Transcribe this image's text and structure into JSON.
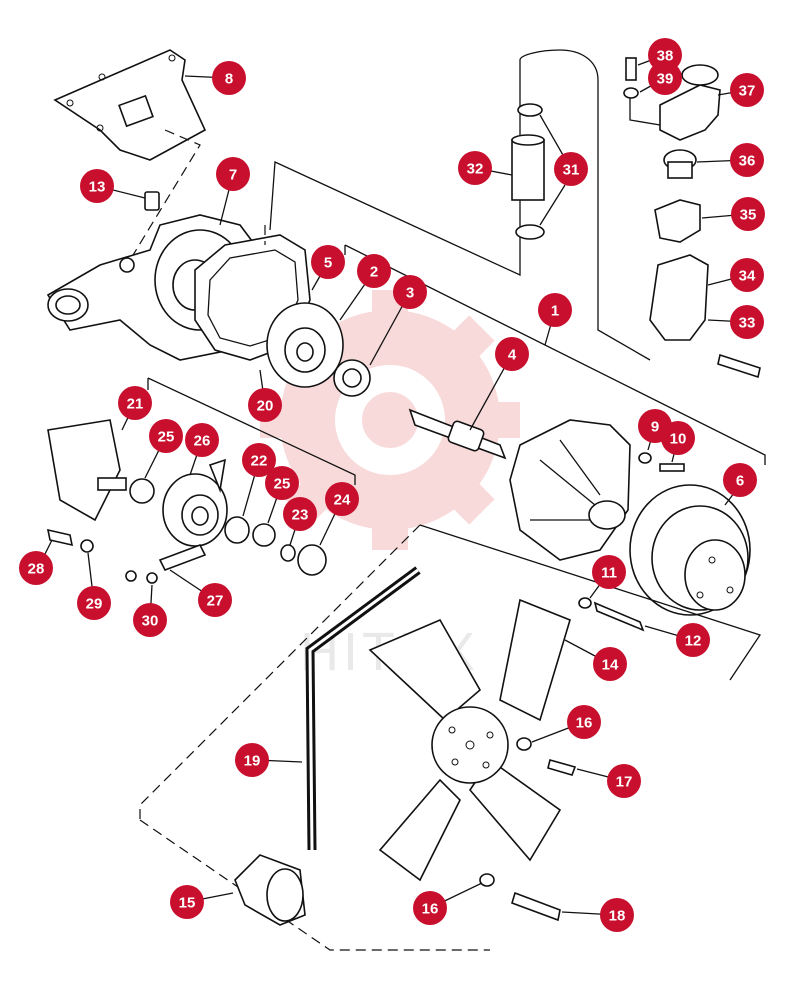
{
  "watermark": {
    "text": "HITEX",
    "color": "#f2c4c4"
  },
  "callout_color": "#c8102e",
  "callouts": [
    {
      "n": "1"
    },
    {
      "n": "2"
    },
    {
      "n": "3"
    },
    {
      "n": "4"
    },
    {
      "n": "5"
    },
    {
      "n": "6"
    },
    {
      "n": "7"
    },
    {
      "n": "8"
    },
    {
      "n": "9"
    },
    {
      "n": "10"
    },
    {
      "n": "11"
    },
    {
      "n": "12"
    },
    {
      "n": "13"
    },
    {
      "n": "14"
    },
    {
      "n": "15"
    },
    {
      "n": "16"
    },
    {
      "n": "16"
    },
    {
      "n": "17"
    },
    {
      "n": "18"
    },
    {
      "n": "19"
    },
    {
      "n": "20"
    },
    {
      "n": "21"
    },
    {
      "n": "22"
    },
    {
      "n": "23"
    },
    {
      "n": "24"
    },
    {
      "n": "25"
    },
    {
      "n": "25"
    },
    {
      "n": "26"
    },
    {
      "n": "27"
    },
    {
      "n": "28"
    },
    {
      "n": "29"
    },
    {
      "n": "30"
    },
    {
      "n": "31"
    },
    {
      "n": "32"
    },
    {
      "n": "33"
    },
    {
      "n": "34"
    },
    {
      "n": "35"
    },
    {
      "n": "36"
    },
    {
      "n": "37"
    },
    {
      "n": "38"
    },
    {
      "n": "39"
    }
  ]
}
